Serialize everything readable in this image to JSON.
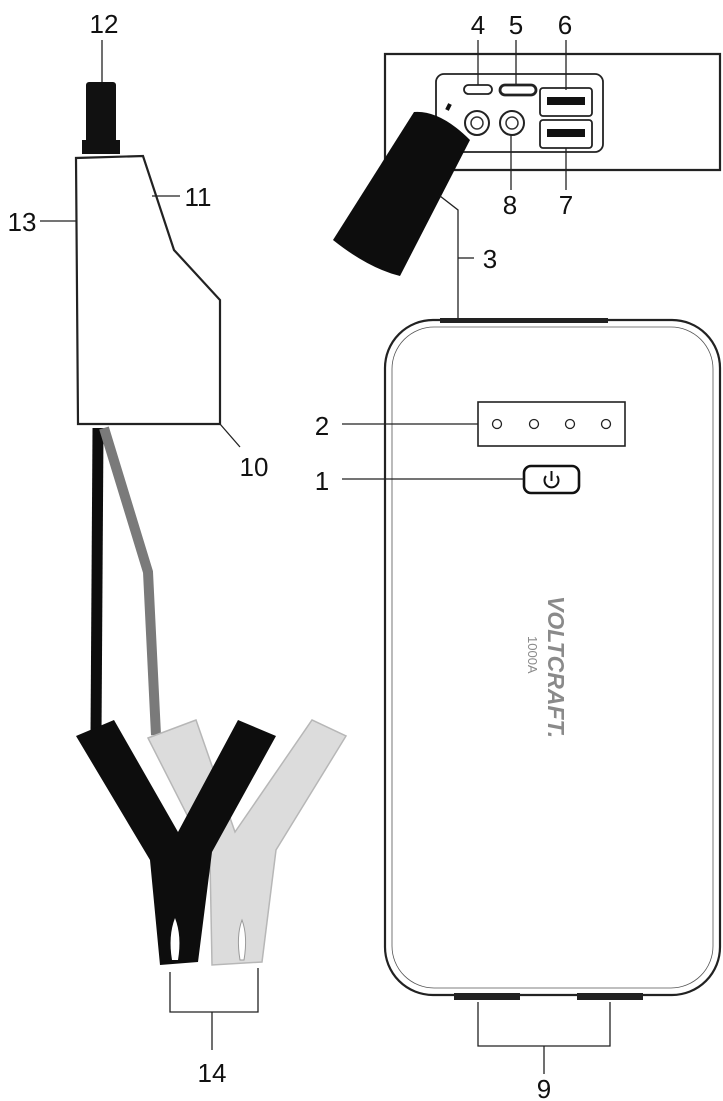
{
  "brand": {
    "name": "VOLTCRAFT.",
    "model": "1000A"
  },
  "callouts": [
    {
      "id": "1",
      "label": "1"
    },
    {
      "id": "2",
      "label": "2"
    },
    {
      "id": "3",
      "label": "3"
    },
    {
      "id": "4",
      "label": "4"
    },
    {
      "id": "5",
      "label": "5"
    },
    {
      "id": "6",
      "label": "6"
    },
    {
      "id": "7",
      "label": "7"
    },
    {
      "id": "8",
      "label": "8"
    },
    {
      "id": "9",
      "label": "9"
    },
    {
      "id": "10",
      "label": "10"
    },
    {
      "id": "11",
      "label": "11"
    },
    {
      "id": "12",
      "label": "12"
    },
    {
      "id": "13",
      "label": "13"
    },
    {
      "id": "14",
      "label": "14"
    }
  ],
  "colors": {
    "outline": "#222222",
    "black_clamp": "#0d0d0d",
    "red_clamp": "#dcdcdc",
    "red_cable": "#7a7a7a",
    "brand_text": "#8a8a8a"
  },
  "icons": {
    "power": "power-icon"
  }
}
